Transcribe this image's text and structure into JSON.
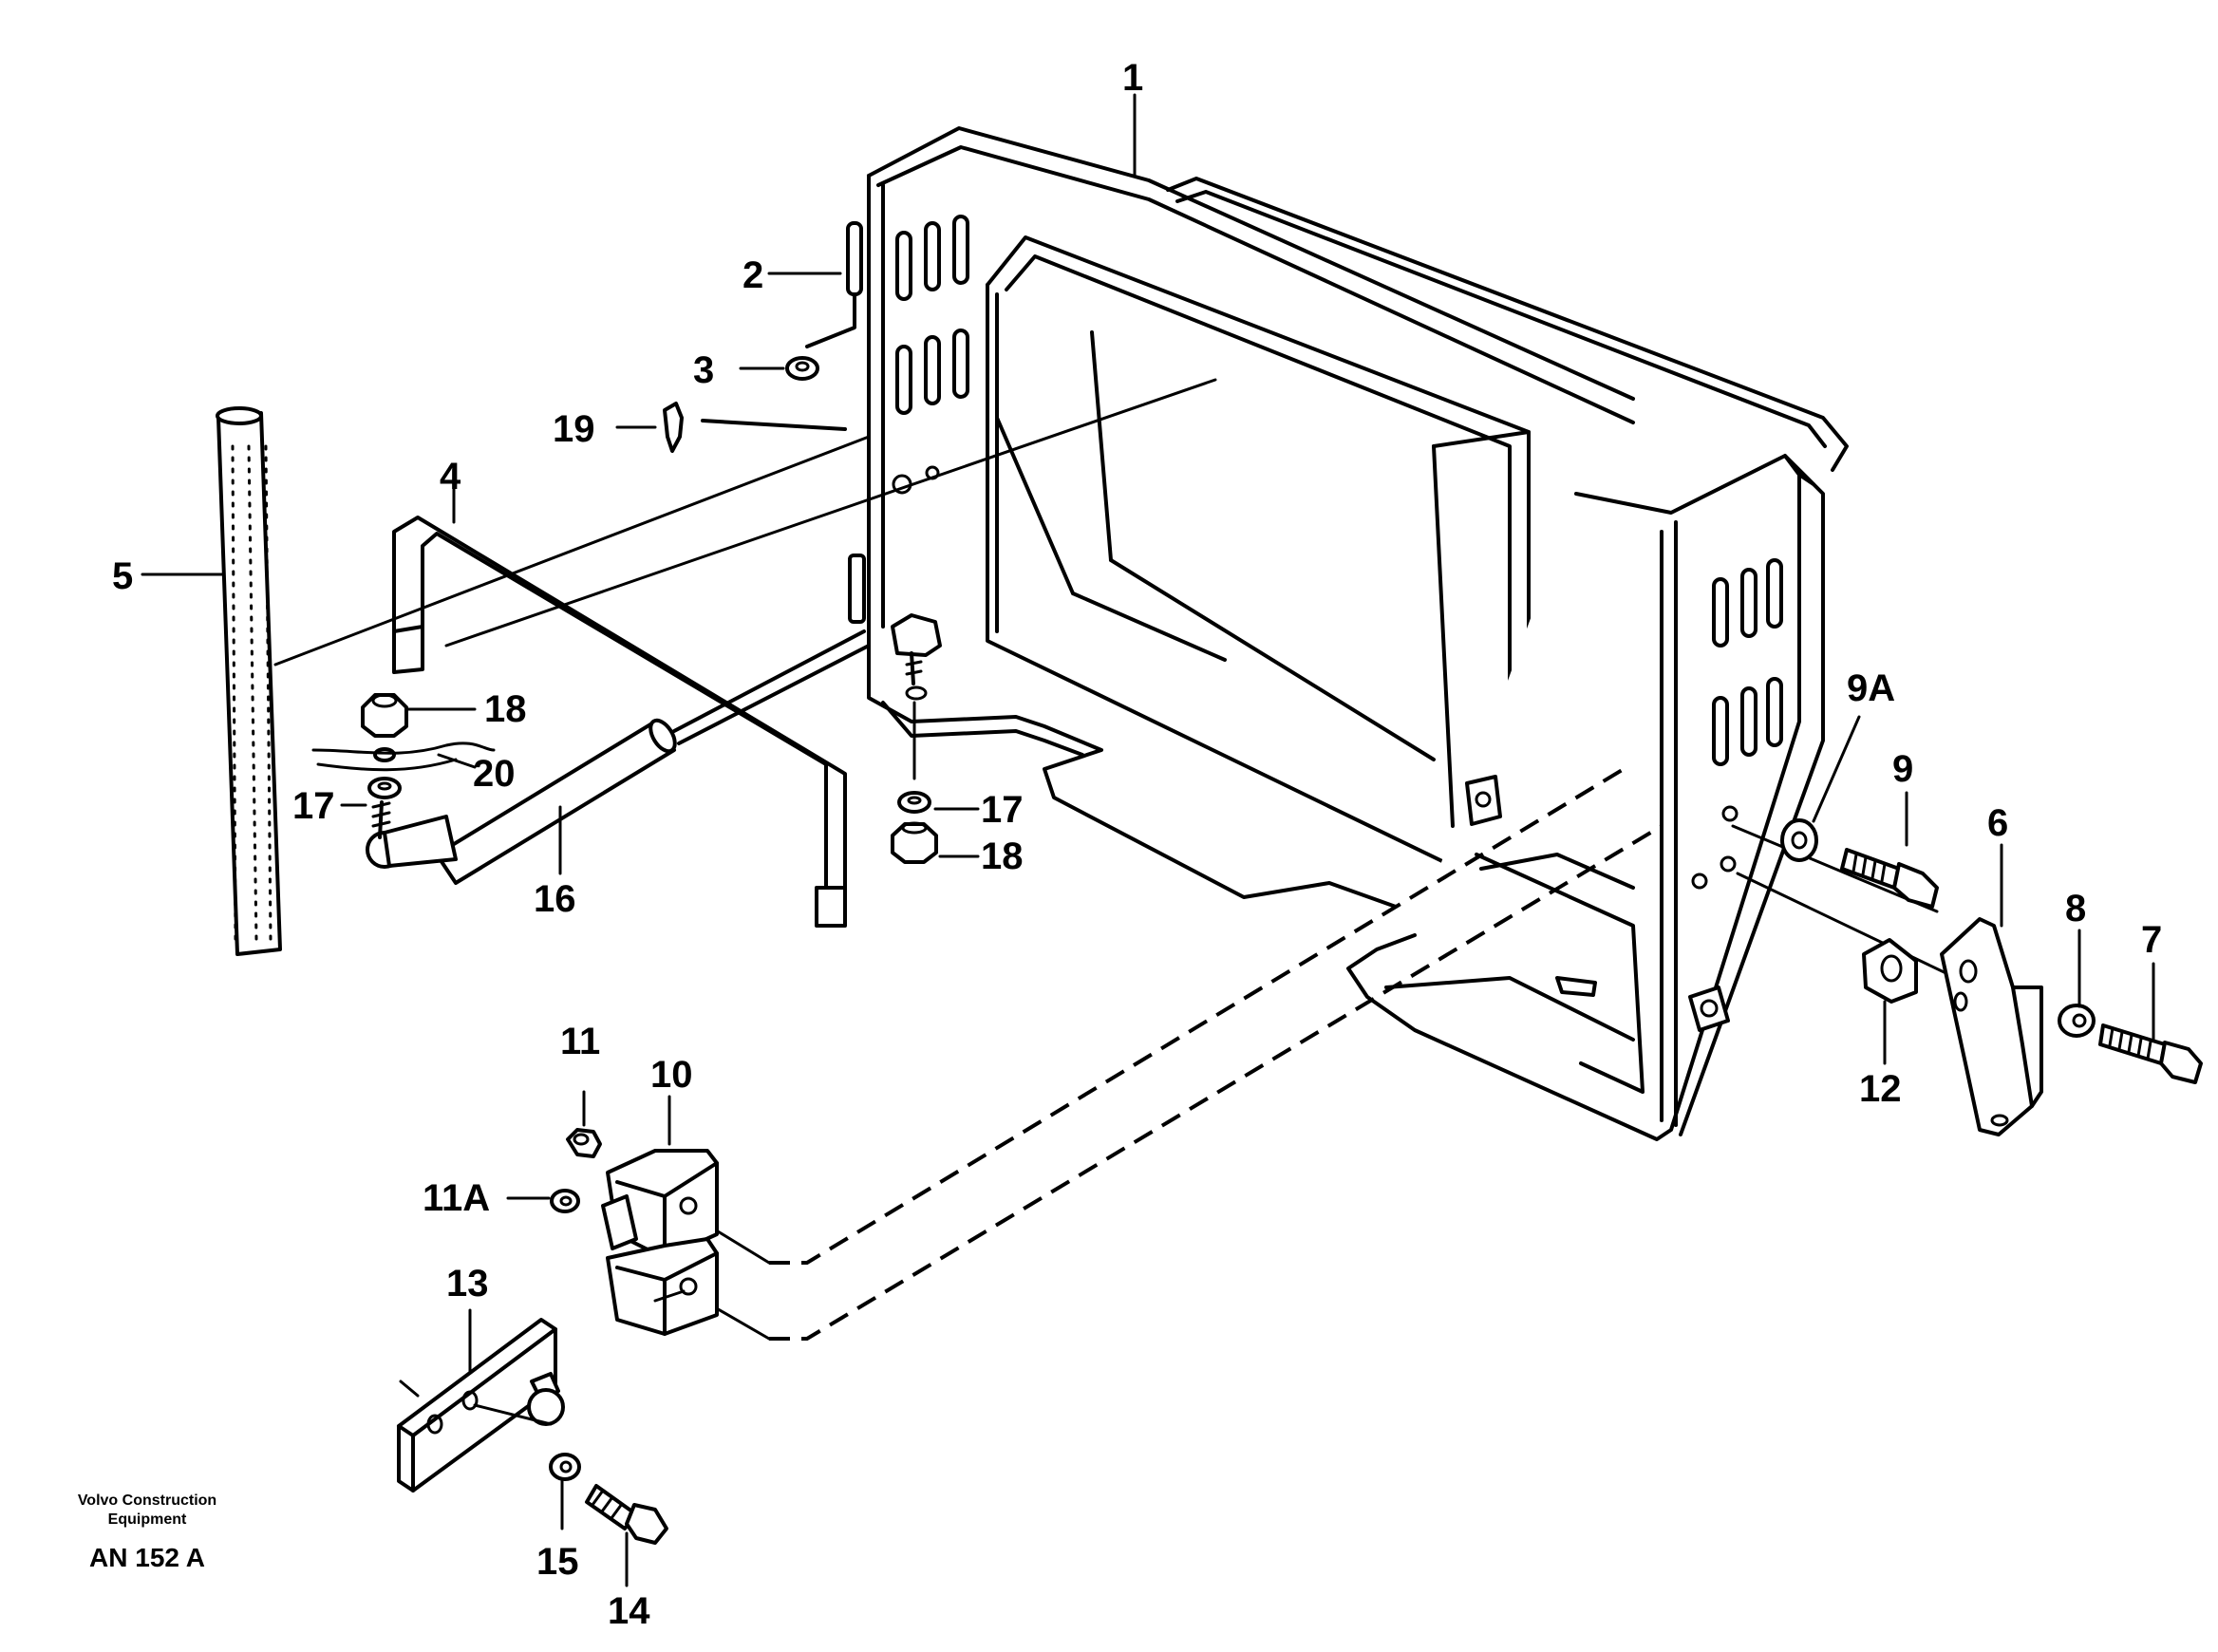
{
  "labels": {
    "l1": "1",
    "l2": "2",
    "l3": "3",
    "l4": "4",
    "l5": "5",
    "l6": "6",
    "l7": "7",
    "l8": "8",
    "l9": "9",
    "l9a": "9A",
    "l10": "10",
    "l11": "11",
    "l11a": "11A",
    "l12": "12",
    "l13": "13",
    "l14": "14",
    "l15": "15",
    "l16": "16",
    "l17a": "17",
    "l17b": "17",
    "l18a": "18",
    "l18b": "18",
    "l19": "19",
    "l20": "20"
  },
  "footer": {
    "company_line1": "Volvo Construction",
    "company_line2": "Equipment",
    "drawing_code": "AN 152 A"
  }
}
